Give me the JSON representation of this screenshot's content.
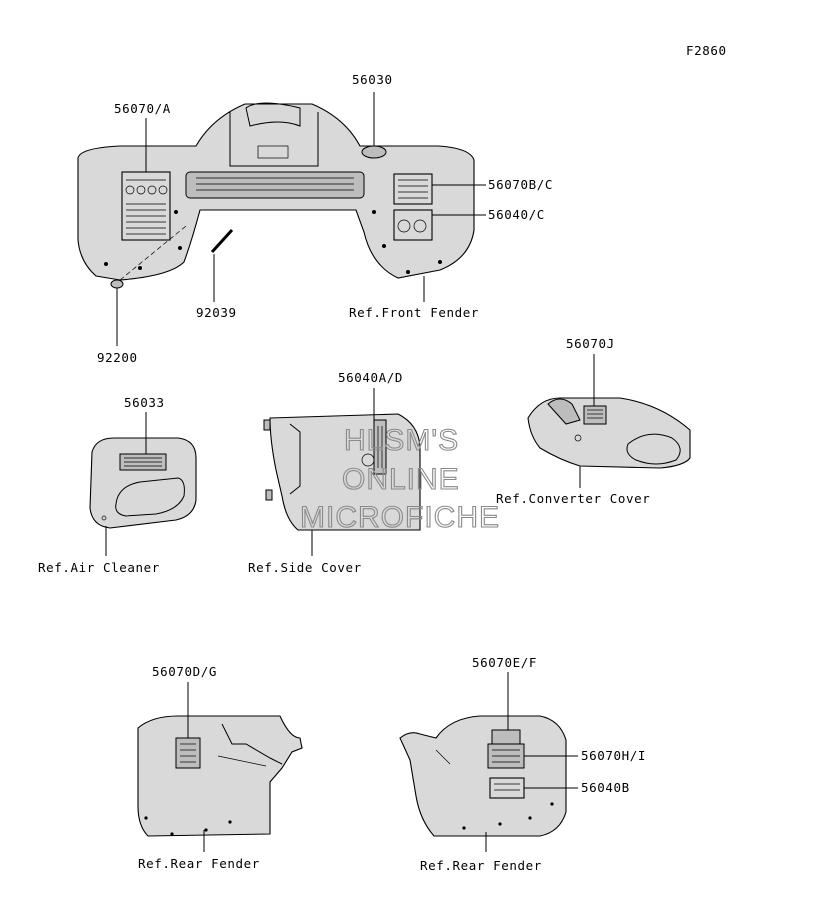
{
  "figure_code": "F2860",
  "labels": {
    "p56030": "56030",
    "p56070a": "56070/A",
    "p56070bc": "56070B/C",
    "p56040c": "56040/C",
    "p92039": "92039",
    "p92200": "92200",
    "ref_front_fender": "Ref.Front Fender",
    "p56070j": "56070J",
    "p56040ad": "56040A/D",
    "p56033": "56033",
    "ref_converter_cover": "Ref.Converter Cover",
    "ref_air_cleaner": "Ref.Air Cleaner",
    "ref_side_cover": "Ref.Side Cover",
    "p56070dg": "56070D/G",
    "p56070ef": "56070E/F",
    "p56070hi": "56070H/I",
    "p56040b": "56040B",
    "ref_rear_fender_left": "Ref.Rear Fender",
    "ref_rear_fender_right": "Ref.Rear Fender"
  },
  "watermark": {
    "line1": "HLSM'S",
    "line2": "ONLINE",
    "line3": "MICROFICHE"
  }
}
